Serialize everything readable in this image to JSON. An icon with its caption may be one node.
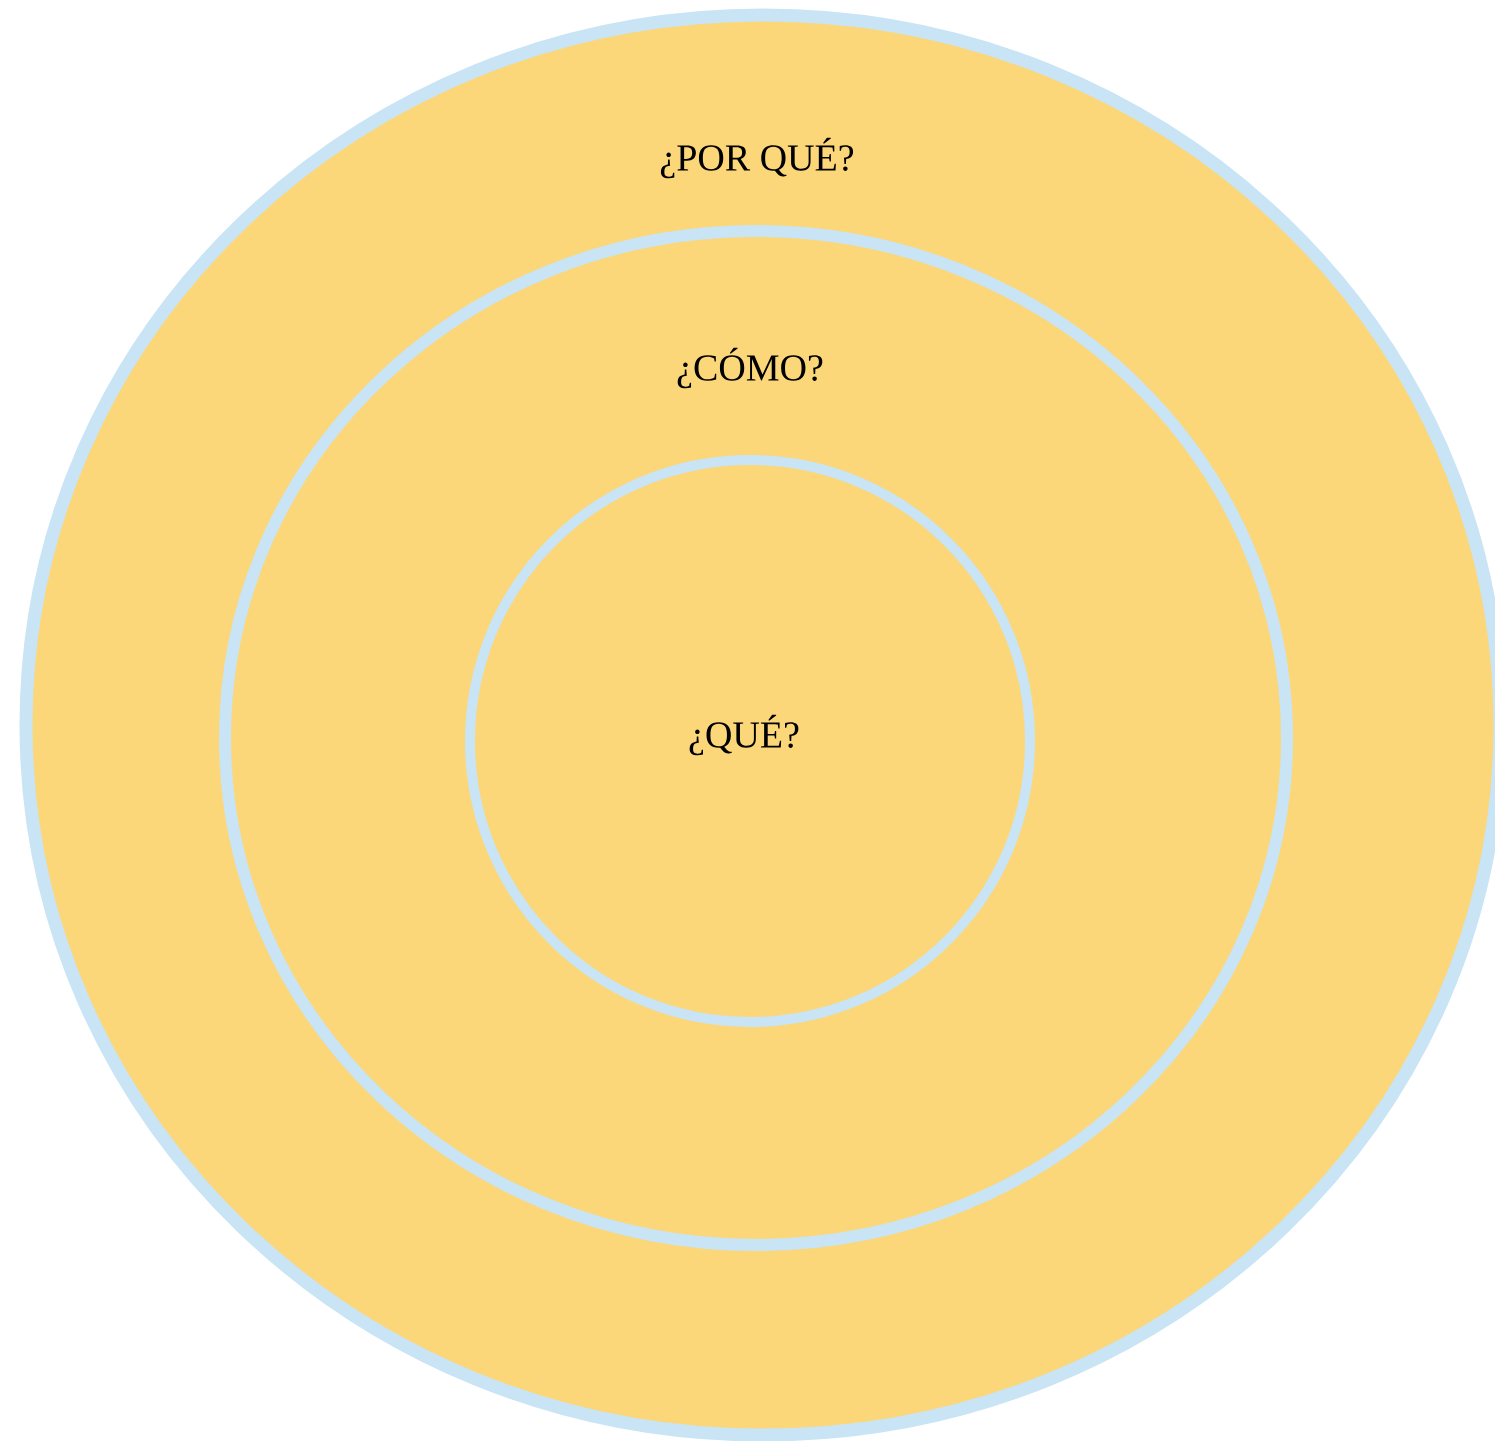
{
  "diagram": {
    "nodes": [
      {
        "text": [
          "¿POR QUÉ?"
        ]
      },
      {
        "text": [
          "¿CÓMO?"
        ],
        "in": 0
      },
      {
        "text": [
          "¿QUÉ?"
        ],
        "in": 1
      }
    ]
  }
}
